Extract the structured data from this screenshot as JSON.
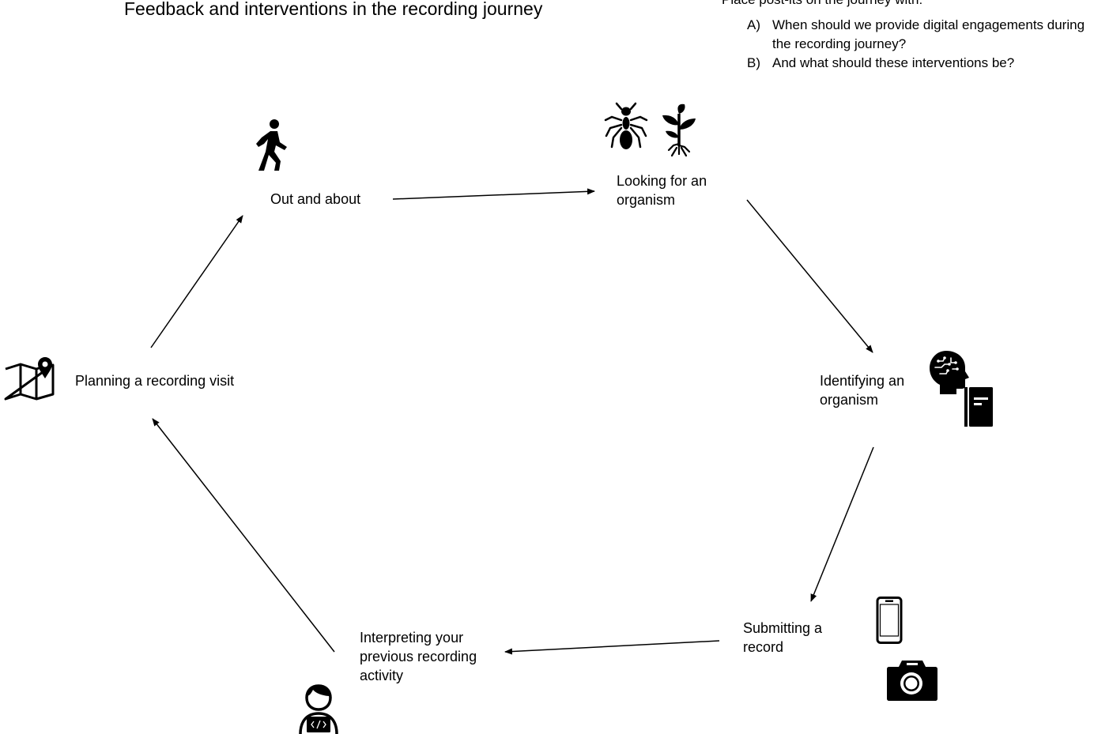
{
  "title": "Feedback and interventions in the recording journey",
  "instructions": {
    "lead": "Place post-its on the journey with:",
    "items": [
      {
        "marker": "A)",
        "text": "When should we provide digital engagements during the recording journey?"
      },
      {
        "marker": "B)",
        "text": "And what should these interventions be?"
      }
    ]
  },
  "nodes": {
    "out_and_about": {
      "label": "Out and about",
      "icons": [
        "walking-person-icon"
      ]
    },
    "looking": {
      "label": "Looking for an organism",
      "icons": [
        "ant-icon",
        "plant-icon"
      ]
    },
    "identifying": {
      "label": "Identifying an organism",
      "icons": [
        "brain-head-icon",
        "notebook-icon"
      ]
    },
    "submitting": {
      "label": "Submitting a record",
      "icons": [
        "smartphone-icon",
        "camera-icon"
      ]
    },
    "interpreting": {
      "label": "Interpreting your previous recording activity",
      "icons": [
        "person-laptop-icon"
      ]
    },
    "planning": {
      "label": "Planning a recording visit",
      "icons": [
        "map-pin-icon"
      ]
    }
  },
  "edges": [
    {
      "from": "out_and_about",
      "to": "looking"
    },
    {
      "from": "looking",
      "to": "identifying"
    },
    {
      "from": "identifying",
      "to": "submitting"
    },
    {
      "from": "submitting",
      "to": "interpreting"
    },
    {
      "from": "interpreting",
      "to": "planning"
    },
    {
      "from": "planning",
      "to": "out_and_about"
    }
  ]
}
